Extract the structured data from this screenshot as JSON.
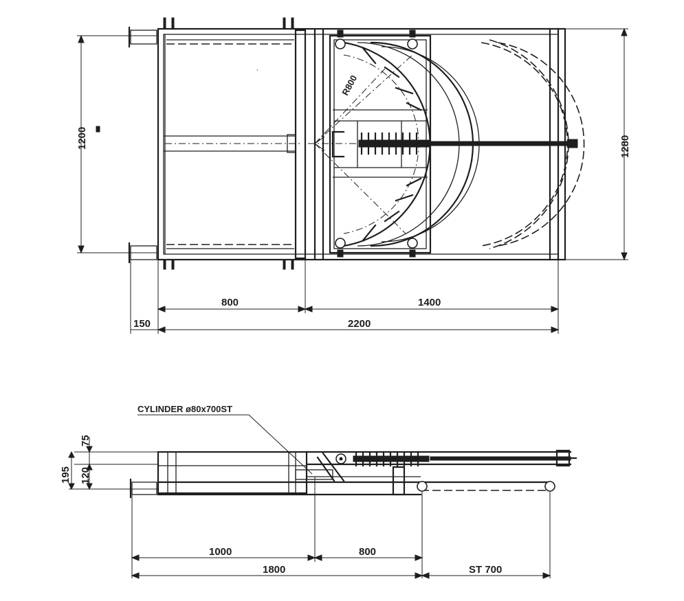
{
  "plan_view": {
    "dim_800": "800",
    "dim_1400": "1400",
    "dim_150": "150",
    "dim_2200": "2200",
    "dim_1200": "1200",
    "dim_1280": "1280",
    "radius_label": "R800"
  },
  "side_view": {
    "cylinder_label": "CYLINDER ø80x700ST",
    "dim_75": "75",
    "dim_120": "120",
    "dim_195": "195",
    "dim_1000": "1000",
    "dim_800": "800",
    "dim_1800": "1800",
    "dim_stroke": "ST 700"
  }
}
